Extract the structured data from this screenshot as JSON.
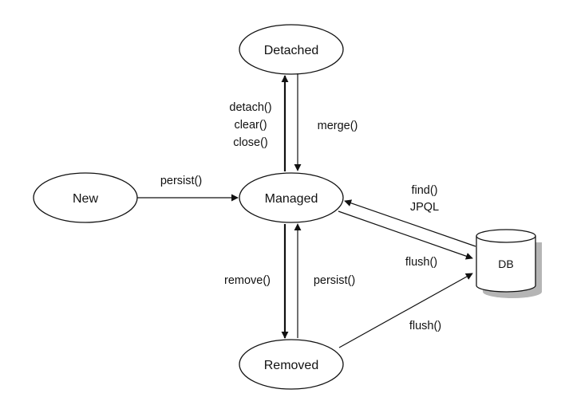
{
  "nodes": {
    "detached": "Detached",
    "new": "New",
    "managed": "Managed",
    "removed": "Removed",
    "db": "DB"
  },
  "edges": {
    "detach": [
      "detach()",
      "clear()",
      "close()"
    ],
    "merge": "merge()",
    "persist_new": "persist()",
    "find": [
      "find()",
      "JPQL"
    ],
    "flush_managed": "flush()",
    "remove": "remove()",
    "persist_removed": "persist()",
    "flush_removed": "flush()"
  },
  "colors": {
    "stroke": "#111111",
    "fill": "#ffffff",
    "shadow": "#b5b5b5"
  }
}
